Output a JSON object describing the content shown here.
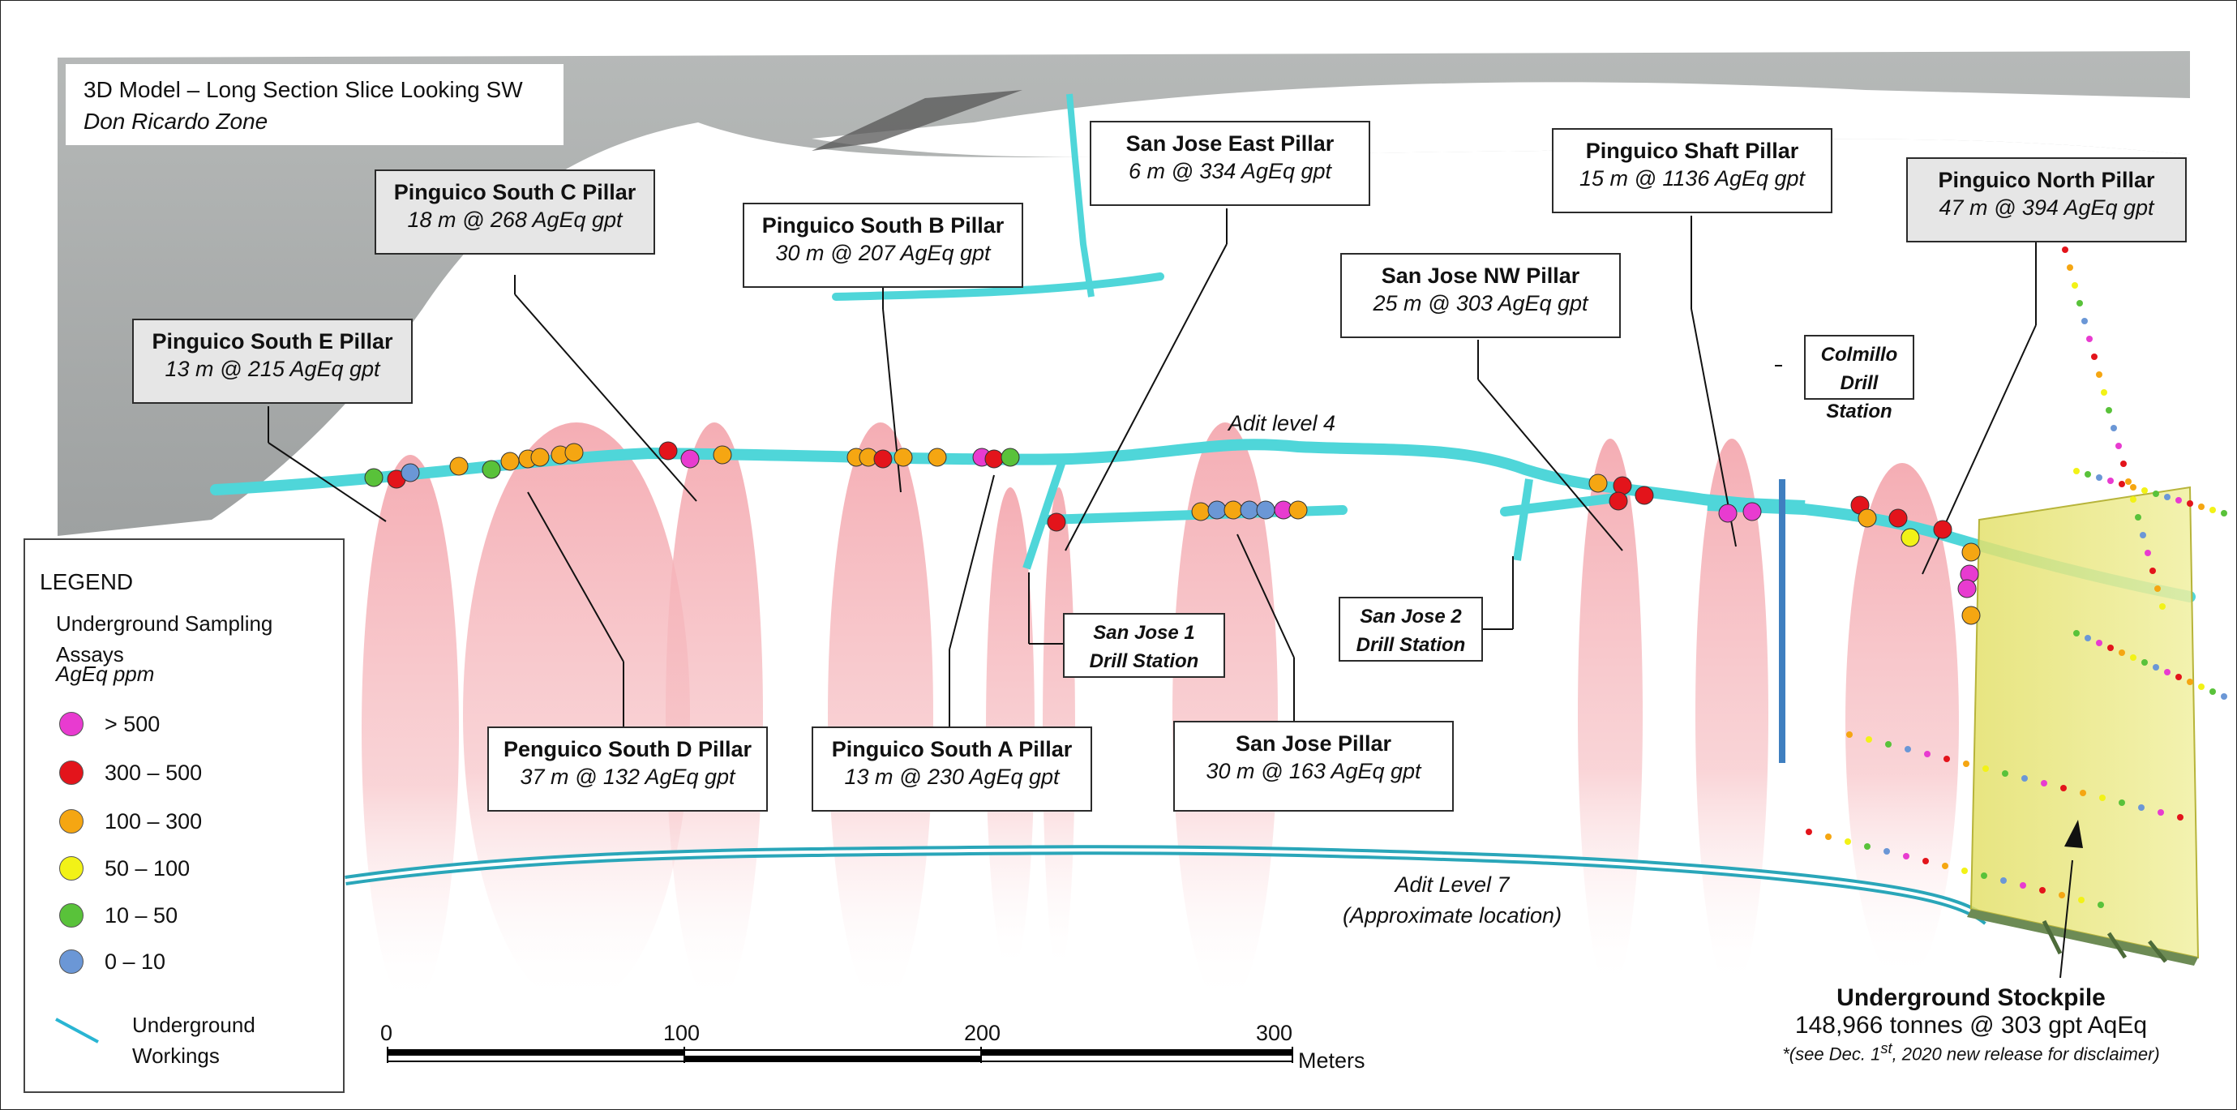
{
  "title": {
    "line1": "3D Model – Long Section Slice Looking SW",
    "line2": "Don Ricardo Zone"
  },
  "pillars": [
    {
      "id": "pse",
      "name": "Pinguico South E Pillar",
      "grade": "13 m @ 215 AgEq gpt"
    },
    {
      "id": "psc",
      "name": "Pinguico South C Pillar",
      "grade": "18 m @ 268 AgEq gpt"
    },
    {
      "id": "psb",
      "name": "Pinguico South B Pillar",
      "grade": "30 m @ 207 AgEq gpt"
    },
    {
      "id": "sje",
      "name": "San Jose East Pillar",
      "grade": "6 m @ 334 AgEq gpt"
    },
    {
      "id": "sjnw",
      "name": "San Jose NW Pillar",
      "grade": "25 m @ 303 AgEq gpt"
    },
    {
      "id": "psh",
      "name": "Pinguico Shaft Pillar",
      "grade": "15 m @ 1136 AgEq gpt"
    },
    {
      "id": "pn",
      "name": "Pinguico North Pillar",
      "grade": "47 m @ 394 AgEq gpt"
    },
    {
      "id": "psd",
      "name": "Penguico South D Pillar",
      "grade": "37 m @ 132 AgEq gpt"
    },
    {
      "id": "psa",
      "name": "Pinguico South A Pillar",
      "grade": "13 m @ 230 AgEq gpt"
    },
    {
      "id": "sj",
      "name": "San Jose Pillar",
      "grade": "30 m @ 163 AgEq gpt"
    }
  ],
  "drill_stations": {
    "colmillo": [
      "Colmillo",
      "Drill Station"
    ],
    "sj1": [
      "San Jose 1",
      "Drill Station"
    ],
    "sj2": [
      "San Jose 2",
      "Drill Station"
    ]
  },
  "adit4": "Adit level 4",
  "adit7": [
    "Adit Level 7",
    "(Approximate location)"
  ],
  "legend": {
    "title": "LEGEND",
    "sampling": [
      "Underground Sampling",
      "Assays"
    ],
    "unit": "AgEq ppm",
    "classes": [
      {
        "label": "> 500",
        "color": "#e83bd0"
      },
      {
        "label": "300  – 500",
        "color": "#e3141b"
      },
      {
        "label": "100  – 300",
        "color": "#f5a612"
      },
      {
        "label": "50  – 100",
        "color": "#f2f217"
      },
      {
        "label": "10  – 50",
        "color": "#59c23a"
      },
      {
        "label": "0 – 10",
        "color": "#6b97d6"
      }
    ],
    "workings": [
      "Underground",
      "Workings"
    ],
    "workings_color": "#29b5d3"
  },
  "scale": {
    "ticks": [
      "0",
      "100",
      "200",
      "300"
    ],
    "unit": "Meters"
  },
  "stockpile": {
    "title": "Underground Stockpile",
    "value": "148,966 tonnes @ 303 gpt AqEq",
    "disclaimer_pre": "*(see Dec. 1",
    "disclaimer_sup": "st",
    "disclaimer_post": ", 2020 new release for disclaimer)"
  },
  "colors": {
    "tunnel": "#4fd6d9",
    "pillar_zone": "#f7b9be",
    "stockpile": "#efee8a",
    "terrain": "#a8aaaa"
  }
}
